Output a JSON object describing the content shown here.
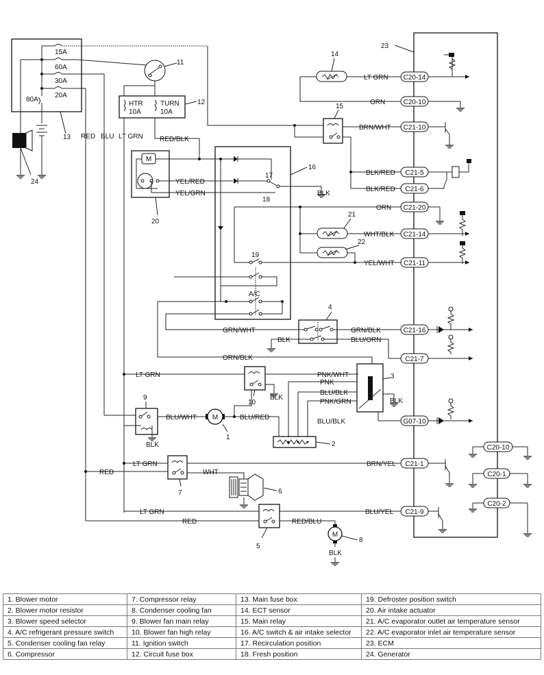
{
  "wires": {
    "red": "RED",
    "blu": "BLU",
    "lt_grn": "LT GRN",
    "red_blk": "RED/BLK",
    "yel_red": "YEL/RED",
    "yel_grn": "YEL/GRN",
    "lt_grn_ect": "LT GRN",
    "orn": "ORN",
    "brn_wht": "BRN/WHT",
    "blk_red_1": "BLK/RED",
    "blk_red_2": "BLK/RED",
    "blk_17": "BLK",
    "orn_21": "ORN",
    "wht_blk": "WHT/BLK",
    "yel_wht": "YEL/WHT",
    "grn_wht": "GRN/WHT",
    "grn_blk": "GRN/BLK",
    "blk_4": "BLK",
    "blu_orn": "BLU/ORN",
    "orn_blk": "ORN/BLK",
    "lt_grn_10": "LT GRN",
    "pnk_wht": "PNK/WHT",
    "pnk": "PNK",
    "blu_blk_3": "BLU/BLK",
    "pnk_grn": "PNK/GRN",
    "blk_10": "BLK",
    "blu_wht": "BLU/WHT",
    "blu_red": "BLU/RED",
    "blu_blk_g07": "BLU/BLK",
    "blk_9": "BLK",
    "blk_3": "BLK",
    "lt_grn_7": "LT GRN",
    "red_7": "RED",
    "wht_6": "WHT",
    "brn_yel": "BRN/YEL",
    "lt_grn_5": "LT GRN",
    "red_5": "RED",
    "red_blu": "RED/BLU",
    "blu_yel": "BLU/YEL",
    "blk_8": "BLK"
  },
  "fuses": {
    "f15": "15A",
    "f60": "60A",
    "f30": "30A",
    "f20": "20A",
    "f80": "80A",
    "htr": "HTR",
    "htr_a": "10A",
    "turn": "TURN",
    "turn_a": "10A",
    "ac": "A/C"
  },
  "connectors": {
    "c20_14": "C20-14",
    "c20_10": "C20-10",
    "c21_10": "C21-10",
    "c21_5": "C21-5",
    "c21_6": "C21-6",
    "c21_20": "C21-20",
    "c21_14": "C21-14",
    "c21_11": "C21-11",
    "c21_16": "C21-16",
    "c21_7": "C21-7",
    "g07_10": "G07-10",
    "c21_1": "C21-1",
    "c21_9": "C21-9",
    "c20_10b": "C20-10",
    "c20_1": "C20-1",
    "c20_2": "C20-2"
  },
  "callouts": {
    "n1": "1",
    "n2": "2",
    "n3": "3",
    "n4": "4",
    "n5": "5",
    "n6": "6",
    "n7": "7",
    "n8": "8",
    "n9": "9",
    "n10": "10",
    "n11": "11",
    "n12": "12",
    "n13": "13",
    "n14": "14",
    "n15": "15",
    "n16": "16",
    "n17": "17",
    "n18": "18",
    "n19": "19",
    "n20": "20",
    "n21": "21",
    "n22": "22",
    "n23": "23",
    "n24": "24"
  },
  "motor_symbol": "M",
  "legend": [
    [
      "1.   Blower motor",
      "7.   Compressor relay",
      "13.   Main fuse box",
      "19.   Defroster position switch"
    ],
    [
      "2.   Blower motor resistor",
      "8.   Condenser cooling fan",
      "14.   ECT sensor",
      "20.   Air intake actuator"
    ],
    [
      "3.   Blower speed selector",
      "9.   Blower fan main relay",
      "15.   Main relay",
      "21.   A/C evaporator outlet air temperature sensor"
    ],
    [
      "4.   A/C refrigerant pressure switch",
      "10.   Blower fan high relay",
      "16.   A/C switch & air intake selector",
      "22.   A/C evaporator inlet air temperature sensor"
    ],
    [
      "5.   Condenser cooling fan relay",
      "11.   Ignition switch",
      "17.   Recirculation position",
      "23.   ECM"
    ],
    [
      "6.   Compressor",
      "12.   Circuit fuse box",
      "18.   Fresh position",
      "24.   Generator"
    ]
  ]
}
